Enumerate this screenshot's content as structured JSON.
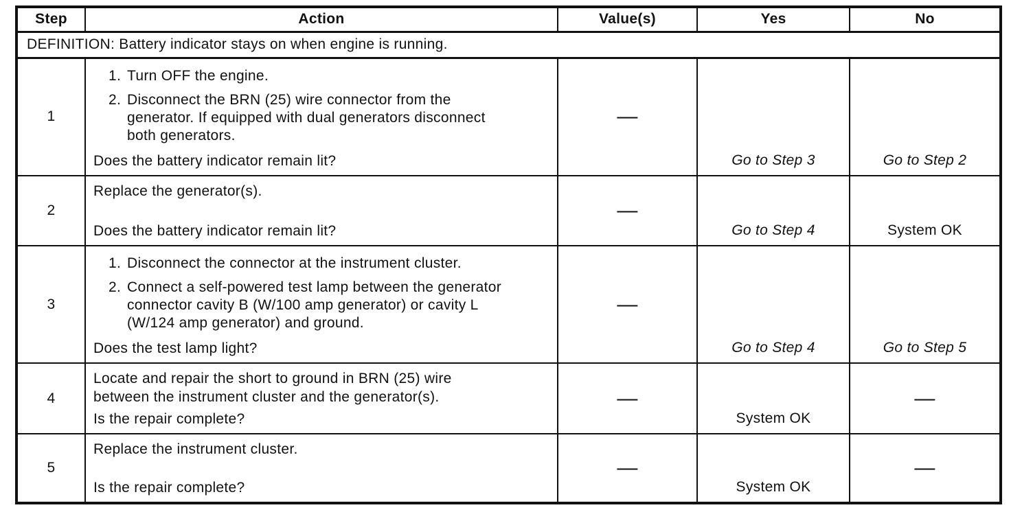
{
  "page": {
    "background": "#ffffff",
    "ink": "#111111"
  },
  "table": {
    "columns": [
      {
        "key": "step",
        "label": "Step"
      },
      {
        "key": "action",
        "label": "Action"
      },
      {
        "key": "values",
        "label": "Value(s)"
      },
      {
        "key": "yes",
        "label": "Yes"
      },
      {
        "key": "no",
        "label": "No"
      }
    ],
    "definition": "DEFINITION: Battery indicator stays on when engine is running.",
    "rows": [
      {
        "step": "1",
        "actions": [
          {
            "num": "1.",
            "text": "Turn OFF the engine."
          },
          {
            "num": "2.",
            "text": "Disconnect the BRN (25) wire connector from the generator. If equipped with dual generators disconnect both generators."
          }
        ],
        "question": "Does the battery indicator remain lit?",
        "value": "—",
        "yes": "Go to Step 3",
        "no": "Go to Step 2"
      },
      {
        "step": "2",
        "actions": [
          {
            "text": "Replace the generator(s)."
          }
        ],
        "question": "Does the battery indicator remain lit?",
        "value": "—",
        "yes": "Go to Step 4",
        "no": "System OK"
      },
      {
        "step": "3",
        "actions": [
          {
            "num": "1.",
            "text": "Disconnect the connector at the instrument cluster."
          },
          {
            "num": "2.",
            "text": "Connect a self-powered test lamp between the generator connector cavity B (W/100 amp generator) or cavity L (W/124 amp generator) and ground."
          }
        ],
        "question": "Does the test lamp light?",
        "value": "—",
        "yes": "Go to Step 4",
        "no": "Go to Step 5"
      },
      {
        "step": "4",
        "actions": [
          {
            "text": "Locate and repair the short to ground in BRN (25) wire between the instrument cluster and the generator(s)."
          }
        ],
        "question": "Is the repair complete?",
        "value": "—",
        "yes": "System OK",
        "no": "—"
      },
      {
        "step": "5",
        "actions": [
          {
            "text": "Replace the instrument cluster."
          }
        ],
        "question": "Is the repair complete?",
        "value": "—",
        "yes": "System OK",
        "no": "—"
      }
    ]
  }
}
